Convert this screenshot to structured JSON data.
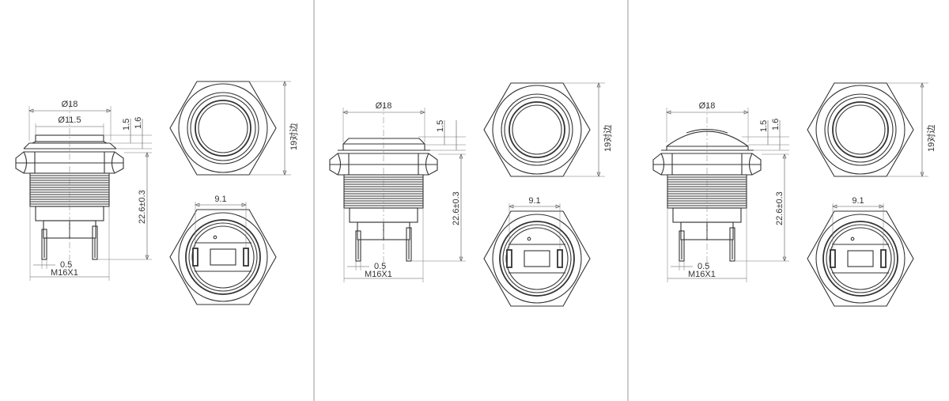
{
  "colors": {
    "line": "#333333",
    "divider": "#999999",
    "background": "#ffffff"
  },
  "panels": [
    {
      "variant": "flat",
      "labels": {
        "d_outer": "Ø18",
        "d_inner": "Ø11.5",
        "h1": "1.5",
        "h2": "1.6",
        "height": "22.6±0.3",
        "pin": "0.5",
        "thread": "M16X1",
        "flats": "19对边",
        "pin_spacing": "9.1"
      }
    },
    {
      "variant": "raised",
      "labels": {
        "d_outer": "Ø18",
        "d_inner": "",
        "h1": "1.5",
        "h2": "",
        "height": "22.6±0.3",
        "pin": "0.5",
        "thread": "M16X1",
        "flats": "19对边",
        "pin_spacing": "9.1"
      }
    },
    {
      "variant": "dome",
      "labels": {
        "d_outer": "Ø18",
        "d_inner": "",
        "h1": "1.5",
        "h2": "1.6",
        "height": "22.6±0.3",
        "pin": "0.5",
        "thread": "M16X1",
        "flats": "19对边",
        "pin_spacing": "9.1"
      }
    }
  ]
}
